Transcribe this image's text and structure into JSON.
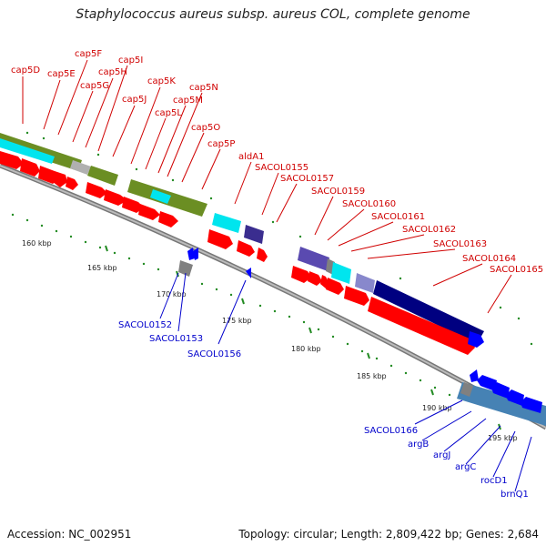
{
  "title": "Staphylococcus aureus subsp. aureus COL, complete genome",
  "accession": "Accession: NC_002951",
  "summary": "Topology: circular; Length: 2,809,422 bp; Genes: 2,684",
  "colors": {
    "backbone": "#999999",
    "forward_cds": "#ff0000",
    "reverse_cds": "#0000ff",
    "label_forward": "#d00000",
    "label_reverse": "#0000cc",
    "tick": "#228b22",
    "cog_green": "#6b8e23",
    "cog_cyan": "#00e5ee",
    "cog_purple": "#5a4ab0",
    "cog_navy": "#000080",
    "cog_steel": "#4682b4",
    "cog_grey": "#808080"
  },
  "kbp_labels": [
    "160 kbp",
    "165 kbp",
    "170 kbp",
    "175 kbp",
    "180 kbp",
    "185 kbp",
    "190 kbp",
    "195 kbp"
  ],
  "forward_labels": [
    "cap5D",
    "cap5E",
    "cap5F",
    "cap5G",
    "cap5H",
    "cap5I",
    "cap5J",
    "cap5K",
    "cap5L",
    "cap5M",
    "cap5N",
    "cap5O",
    "cap5P",
    "aldA1",
    "SACOL0155",
    "SACOL0157",
    "SACOL0159",
    "SACOL0160",
    "SACOL0161",
    "SACOL0162",
    "SACOL0163",
    "SACOL0164",
    "SACOL0165"
  ],
  "reverse_labels": [
    "SACOL0152",
    "SACOL0153",
    "SACOL0156",
    "SACOL0166",
    "argB",
    "argJ",
    "argC",
    "rocD1",
    "brnQ1"
  ]
}
